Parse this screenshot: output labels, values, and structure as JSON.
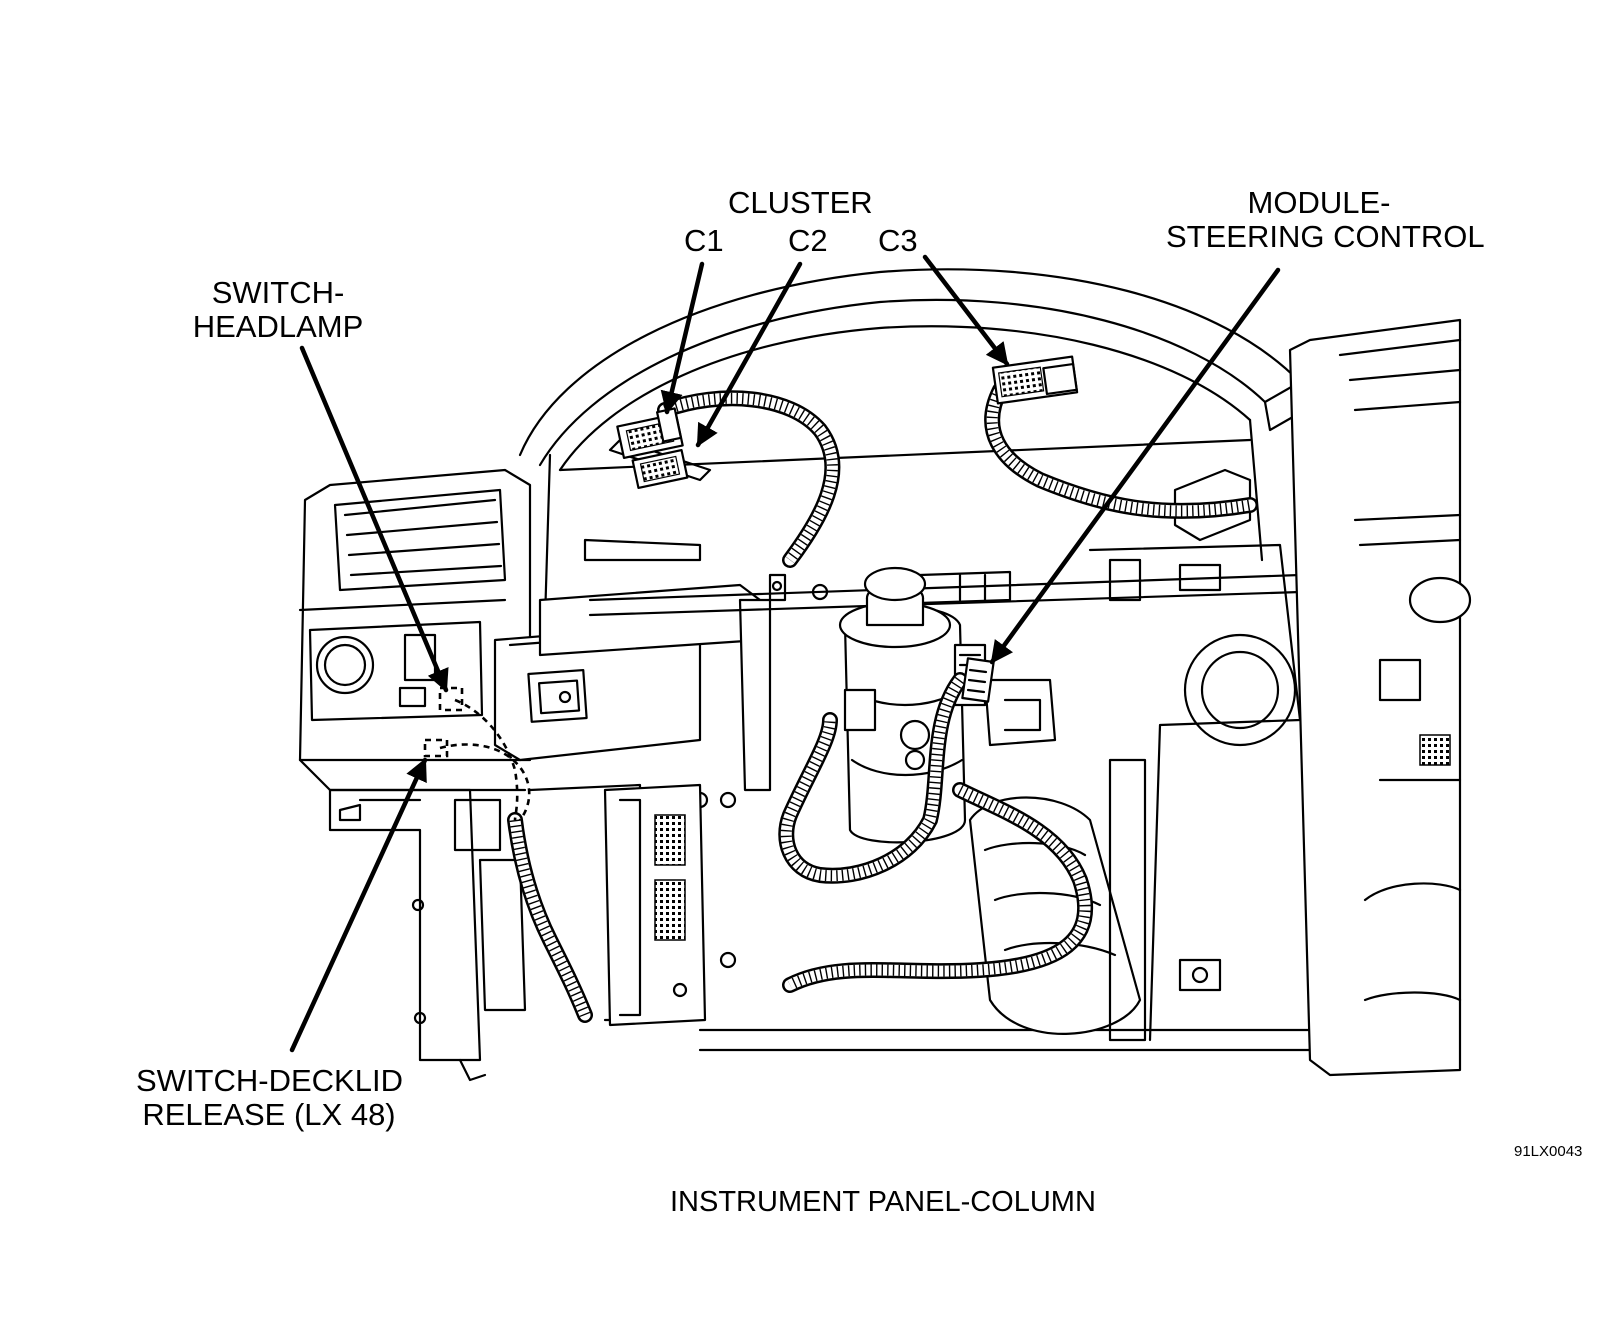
{
  "labels": {
    "cluster": "CLUSTER",
    "c1": "C1",
    "c2": "C2",
    "c3": "C3",
    "module_line1": "MODULE-",
    "module_line2": "STEERING CONTROL",
    "headlamp_line1": "SWITCH-",
    "headlamp_line2": "HEADLAMP",
    "decklid_line1": "SWITCH-DECKLID",
    "decklid_line2": "RELEASE (LX 48)"
  },
  "figure_code": "91LX0043",
  "caption": "INSTRUMENT PANEL-COLUMN"
}
